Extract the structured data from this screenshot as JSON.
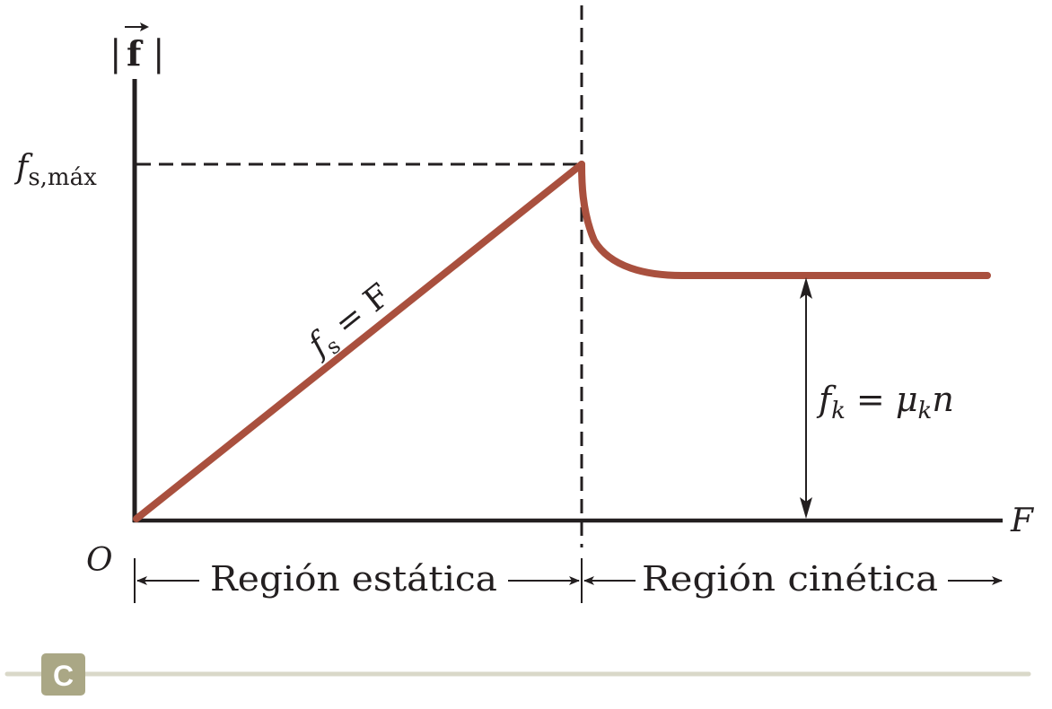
{
  "diagram": {
    "y_axis_label": "|f⃗|",
    "y_axis_vector_symbol": "f",
    "fs_max_label": {
      "main": "f",
      "sub": "s,máx"
    },
    "x_axis_label": "F",
    "origin_label": "O",
    "static_line_label": {
      "main": "f",
      "sub": "s",
      "rest": " = F"
    },
    "kinetic_label": {
      "main": "f",
      "sub": "k",
      "mid": " = μ",
      "sub2": "k",
      "rest": "n"
    },
    "region_static": "Región estática",
    "region_kinetic": "Región cinética",
    "panel_badge": "C",
    "colors": {
      "curve": "#a9503e",
      "axes": "#231f20",
      "footer_rule": "#d9d8c9",
      "badge_bg": "#aaa785",
      "badge_text": "#ffffff"
    }
  }
}
